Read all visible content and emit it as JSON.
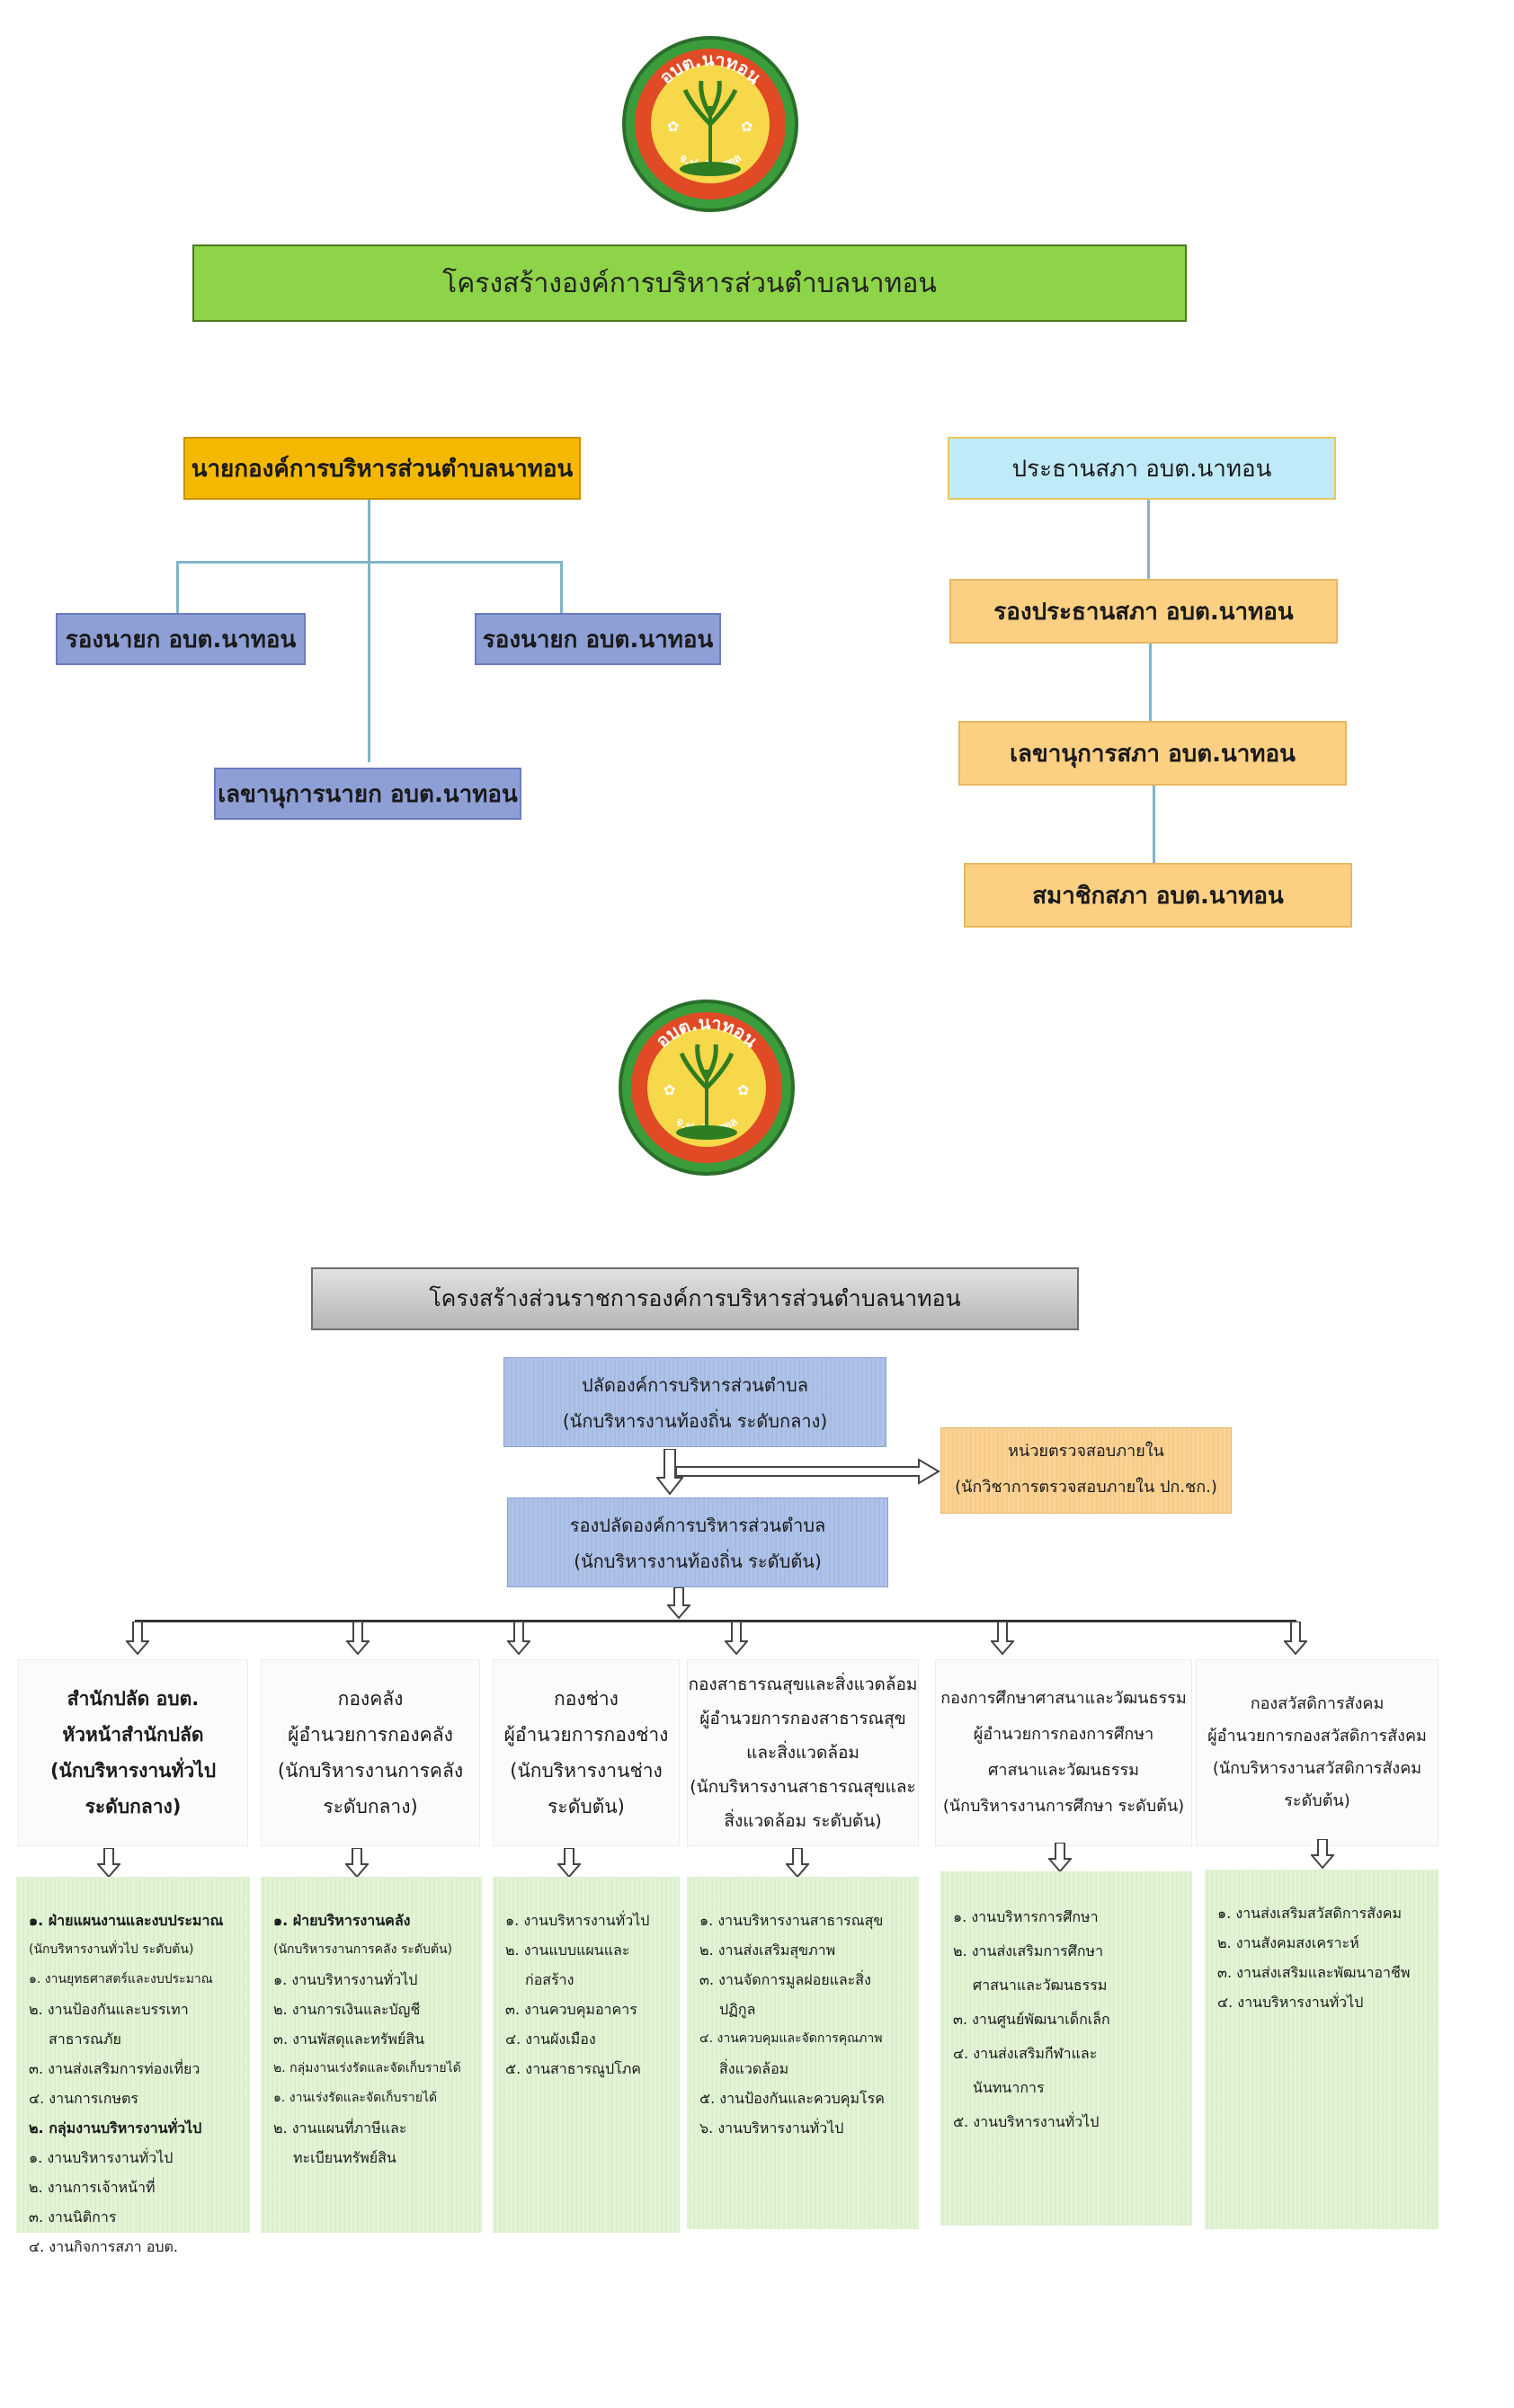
{
  "logo": {
    "arc_text_top": "อบต.นาทอน",
    "arc_text_bottom": "จ.ทุ่มต้น สตูล"
  },
  "chart1": {
    "title": "โครงสร้างองค์การบริหารส่วนตำบลนาทอน",
    "mayor": "นายกองค์การบริหารส่วนตำบลนาทอน",
    "deputy_left": "รองนายก อบต.นาทอน",
    "deputy_right": "รองนายก อบต.นาทอน",
    "secretary": "เลขานุการนายก อบต.นาทอน",
    "council_chair": "ประธานสภา อบต.นาทอน",
    "council_vice": "รองประธานสภา อบต.นาทอน",
    "council_secretary": "เลขานุการสภา อบต.นาทอน",
    "council_member": "สมาชิกสภา อบต.นาทอน",
    "colors": {
      "title_bg": "#8dd448",
      "mayor_bg": "#f5b800",
      "deputy_bg": "#8e9fd6",
      "chair_bg": "#bfeaf7",
      "council_bg": "#fcd083",
      "connector": "#7fb5c6"
    }
  },
  "chart2": {
    "title": "โครงสร้างส่วนราชการองค์การบริหารส่วนตำบลนาทอน",
    "clerk": {
      "line1": "ปลัดองค์การบริหารส่วนตำบล",
      "line2": "(นักบริหารงานท้องถิ่น ระดับกลาง)"
    },
    "audit": {
      "line1": "หน่วยตรวจสอบภายใน",
      "line2": "(นักวิชาการตรวจสอบภายใน ปก.ชก.)"
    },
    "deputy_clerk": {
      "line1": "รองปลัดองค์การบริหารส่วนตำบล",
      "line2": "(นักบริหารงานท้องถิ่น ระดับต้น)"
    },
    "divisions": [
      {
        "lines": [
          "สำนักปลัด อบต.",
          "หัวหน้าสำนักปลัด",
          "(นักบริหารงานทั่วไป",
          "ระดับกลาง)"
        ],
        "tasks": [
          "๑. ฝ่ายแผนงานและงบประมาณ",
          "(นักบริหารงานทั่วไป ระดับต้น)",
          "๑. งานยุทธศาสตร์และงบประมาณ",
          "๒. งานป้องกันและบรรเทา",
          "สาธารณภัย",
          "๓. งานส่งเสริมการท่องเที่ยว",
          "๔. งานการเกษตร",
          "๒. กลุ่มงานบริหารงานทั่วไป",
          "๑. งานบริหารงานทั่วไป",
          "๒. งานการเจ้าหน้าที่",
          "๓. งานนิติการ",
          "๔. งานกิจการสภา อบต."
        ]
      },
      {
        "lines": [
          "กองคลัง",
          "ผู้อำนวยการกองคลัง",
          "(นักบริหารงานการคลัง",
          "ระดับกลาง)"
        ],
        "tasks": [
          "๑. ฝ่ายบริหารงานคลัง",
          "(นักบริหารงานการคลัง ระดับต้น)",
          "๑. งานบริหารงานทั่วไป",
          "๒. งานการเงินและบัญชี",
          "๓. งานพัสดุและทรัพย์สิน",
          "๒. กลุ่มงานเร่งรัดและจัดเก็บรายได้",
          "๑. งานเร่งรัดและจัดเก็บรายได้",
          "๒. งานแผนที่ภาษีและ",
          "ทะเบียนทรัพย์สิน"
        ]
      },
      {
        "lines": [
          "กองช่าง",
          "ผู้อำนวยการกองช่าง",
          "(นักบริหารงานช่าง",
          "ระดับต้น)"
        ],
        "tasks": [
          "๑. งานบริหารงานทั่วไป",
          "๒. งานแบบแผนและ",
          "ก่อสร้าง",
          "๓. งานควบคุมอาคาร",
          "๔. งานผังเมือง",
          "๕. งานสาธารณูปโภค"
        ]
      },
      {
        "lines": [
          "กองสาธารณสุขและสิ่งแวดล้อม",
          "ผู้อำนวยการกองสาธารณสุข",
          "และสิ่งแวดล้อม",
          "(นักบริหารงานสาธารณสุขและ",
          "สิ่งแวดล้อม ระดับต้น)"
        ],
        "tasks": [
          "๑. งานบริหารงานสาธารณสุข",
          "๒. งานส่งเสริมสุขภาพ",
          "๓. งานจัดการมูลฝอยและสิ่ง",
          "ปฏิกูล",
          "๔. งานควบคุมและจัดการคุณภาพ",
          "สิ่งแวดล้อม",
          "๕. งานป้องกันและควบคุมโรค",
          "๖. งานบริหารงานทั่วไป"
        ]
      },
      {
        "lines": [
          "กองการศึกษาศาสนาและวัฒนธรรม",
          "ผู้อำนวยการกองการศึกษา",
          "ศาสนาและวัฒนธรรม",
          "(นักบริหารงานการศึกษา ระดับต้น)"
        ],
        "tasks": [
          "๑. งานบริหารการศึกษา",
          "๒. งานส่งเสริมการศึกษา",
          "ศาสนาและวัฒนธรรม",
          "๓. งานศูนย์พัฒนาเด็กเล็ก",
          "๔. งานส่งเสริมกีฬาและ",
          "นันทนาการ",
          "๕. งานบริหารงานทั่วไป"
        ]
      },
      {
        "lines": [
          "กองสวัสดิการสังคม",
          "ผู้อำนวยการกองสวัสดิการสังคม",
          "(นักบริหารงานสวัสดิการสังคม",
          "ระดับต้น)"
        ],
        "tasks": [
          "๑. งานส่งเสริมสวัสดิการสังคม",
          "๒. งานสังคมสงเคราะห์",
          "๓. งานส่งเสริมและพัฒนาอาชีพ",
          "๔. งานบริหารงานทั่วไป"
        ]
      }
    ],
    "colors": {
      "title_bg": "#c8c8c8",
      "top_bg": "#aec2e8",
      "audit_bg": "#fbd293",
      "task_bg": "#dcefcf"
    }
  }
}
